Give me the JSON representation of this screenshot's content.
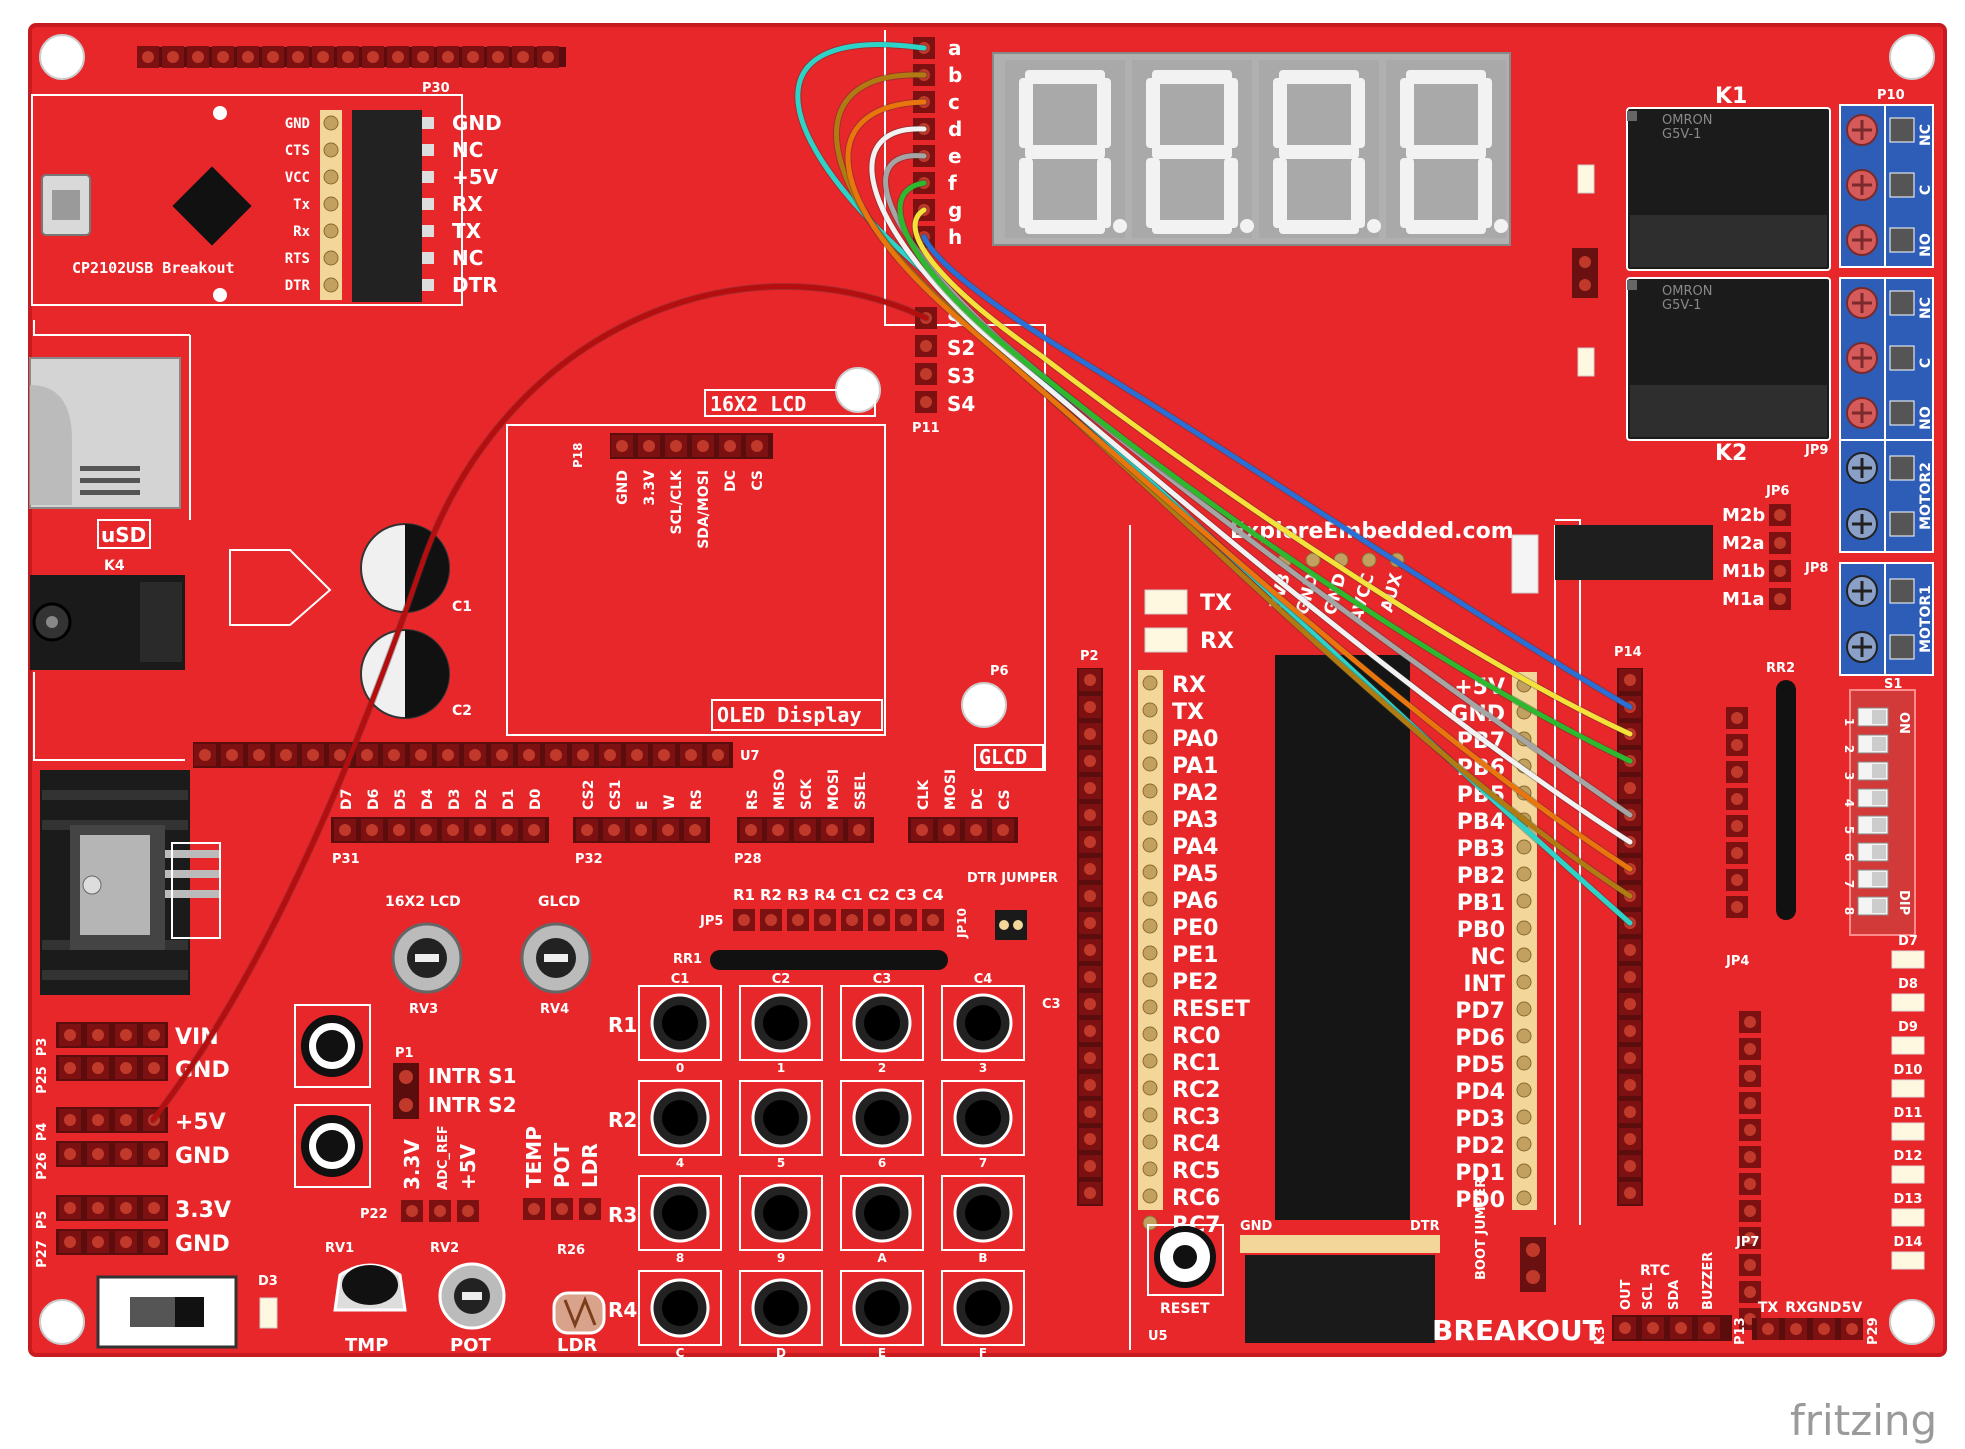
{
  "watermark": "fritzing",
  "colors": {
    "board": "#e8272b",
    "board_edge": "#c81b1f",
    "silk": "#ffffff",
    "header": "#7d1111",
    "pin": "#c0392b",
    "terminal_blue": "#2d5db6"
  },
  "usb_module": {
    "title": "CP2102USB Breakout",
    "pins_left": [
      "GND",
      "CTS",
      "VCC",
      "Tx",
      "Rx",
      "RTS",
      "DTR"
    ],
    "pins_right": [
      "GND",
      "NC",
      "+5V",
      "RX",
      "TX",
      "NC",
      "DTR"
    ],
    "header": "P30"
  },
  "labels": {
    "usd": "uSD",
    "k4": "K4",
    "lcd16x2": "16X2 LCD",
    "p18": "P18",
    "oled": "OLED Display",
    "glcd": "GLCD",
    "u7": "U7",
    "p6": "P6",
    "c1": "C1",
    "c2": "C2",
    "p11": "P11",
    "p2": "P2",
    "p14": "P14",
    "k1": "K1",
    "k2": "K2",
    "p10": "P10",
    "jp9": "JP9",
    "jp6": "JP6",
    "jp8": "JP8",
    "s1": "S1",
    "rr2": "RR2",
    "jp4": "JP4",
    "jp7": "JP7",
    "website": "ExploreEmbedded.com",
    "tx_led": "TX",
    "rx_led": "RX",
    "reset": "RESET",
    "u5": "U5",
    "gnd_u5": "GND",
    "dtr_u5": "DTR",
    "breakout": "BREAKOUT",
    "boot_jumper": "BOOT JUMPER",
    "p31": "P31",
    "p32": "P32",
    "p28": "P28",
    "jp5": "JP5",
    "jp10": "JP10",
    "dtr_jumper": "DTR JUMPER",
    "rr1": "RR1",
    "c3": "C3",
    "lcd_pot": "16X2 LCD",
    "glcd_pot": "GLCD",
    "rv3": "RV3",
    "rv4": "RV4",
    "p1": "P1",
    "intr_s1": "INTR S1",
    "intr_s2": "INTR S2",
    "p22": "P22",
    "rv1": "RV1",
    "rv2": "RV2",
    "r26": "R26",
    "tmp": "TMP",
    "pot": "POT",
    "ldr": "LDR",
    "d3": "D3",
    "k3": "K3",
    "rtc": "RTC",
    "buzzer": "BUZZER",
    "p13": "P13",
    "p29": "P29"
  },
  "segment_pins": [
    "a",
    "b",
    "c",
    "d",
    "e",
    "f",
    "g",
    "h"
  ],
  "switch_pins": [
    "S1",
    "S2",
    "S3",
    "S4"
  ],
  "relay_model": [
    "OMRON",
    "G5V-1"
  ],
  "relay_terms": [
    "NC",
    "C",
    "NO"
  ],
  "motor_terms": [
    "M2b",
    "M2a",
    "M1b",
    "M1a"
  ],
  "motor_labels": [
    "MOTOR2",
    "MOTOR1"
  ],
  "dip_label": "ON",
  "dip_numbers": [
    "1",
    "2",
    "3",
    "4",
    "5",
    "6",
    "7",
    "8"
  ],
  "dip_side": "DIP",
  "leds_right": [
    "D7",
    "D8",
    "D9",
    "D10",
    "D11",
    "D12",
    "D13",
    "D14"
  ],
  "mcu_left_pins": [
    "RX",
    "TX",
    "PA0",
    "PA1",
    "PA2",
    "PA3",
    "PA4",
    "PA5",
    "PA6",
    "PE0",
    "PE1",
    "PE2",
    "RESET",
    "RC0",
    "RC1",
    "RC2",
    "RC3",
    "RC4",
    "RC5",
    "RC6",
    "RC7"
  ],
  "mcu_right_pins": [
    "+5V",
    "GND",
    "PB7",
    "PB6",
    "PB5",
    "PB4",
    "PB3",
    "PB2",
    "PB1",
    "PB0",
    "NC",
    "INT",
    "PD7",
    "PD6",
    "PD5",
    "PD4",
    "PD3",
    "PD2",
    "PD1",
    "PD0"
  ],
  "mcu_top_pins": [
    "3V3",
    "GND",
    "GND",
    "AVCC",
    "AUX"
  ],
  "p31_pins": [
    "D7",
    "D6",
    "D5",
    "D4",
    "D3",
    "D2",
    "D1",
    "D0"
  ],
  "p32_pins": [
    "CS2",
    "CS1",
    "E",
    "W",
    "RS"
  ],
  "p28_pins": [
    "RS",
    "MISO",
    "SCK",
    "MOSI",
    "SSEL"
  ],
  "p28b_pins": [
    "CLK",
    "MOSI",
    "DC",
    "CS"
  ],
  "oled_pins": [
    "GND",
    "3.3V",
    "SCL/CLK",
    "SDA/MOSI",
    "DC",
    "CS"
  ],
  "jp5_pins": [
    "R1",
    "R2",
    "R3",
    "R4",
    "C1",
    "C2",
    "C3",
    "C4"
  ],
  "keypad_cols": [
    "C1",
    "C2",
    "C3",
    "C4"
  ],
  "keypad_rows": [
    "R1",
    "R2",
    "R3",
    "R4"
  ],
  "keypad_keys": [
    "0",
    "1",
    "2",
    "3",
    "4",
    "5",
    "6",
    "7",
    "8",
    "9",
    "A",
    "B",
    "C",
    "D",
    "E",
    "F"
  ],
  "power_rows": [
    {
      "header": "P3",
      "label": "VIN"
    },
    {
      "header": "P25",
      "label": "GND"
    },
    {
      "header": "P4",
      "label": "+5V"
    },
    {
      "header": "P26",
      "label": "GND"
    },
    {
      "header": "P5",
      "label": "3.3V"
    },
    {
      "header": "P27",
      "label": "GND"
    }
  ],
  "p22_pins": [
    "3.3V",
    "ADC_REF",
    "+5V"
  ],
  "sensor_pins": [
    "TEMP",
    "POT",
    "LDR"
  ],
  "k3_pins": [
    "OUT"
  ],
  "rtc_pins": [
    "SCL",
    "SDA"
  ],
  "p29_pins": [
    "TX",
    "RX",
    "GND",
    "5V"
  ],
  "wires": [
    {
      "name": "teal",
      "color": "#2ed3c8"
    },
    {
      "name": "olive",
      "color": "#b07c12"
    },
    {
      "name": "orange",
      "color": "#e9760c"
    },
    {
      "name": "white",
      "color": "#f2f2f2"
    },
    {
      "name": "green",
      "color": "#2eb82e"
    },
    {
      "name": "yellow",
      "color": "#f4e23a"
    },
    {
      "name": "blue",
      "color": "#2a6fd6"
    },
    {
      "name": "gray",
      "color": "#a5a5a5"
    },
    {
      "name": "red",
      "color": "#b50e0e"
    }
  ]
}
